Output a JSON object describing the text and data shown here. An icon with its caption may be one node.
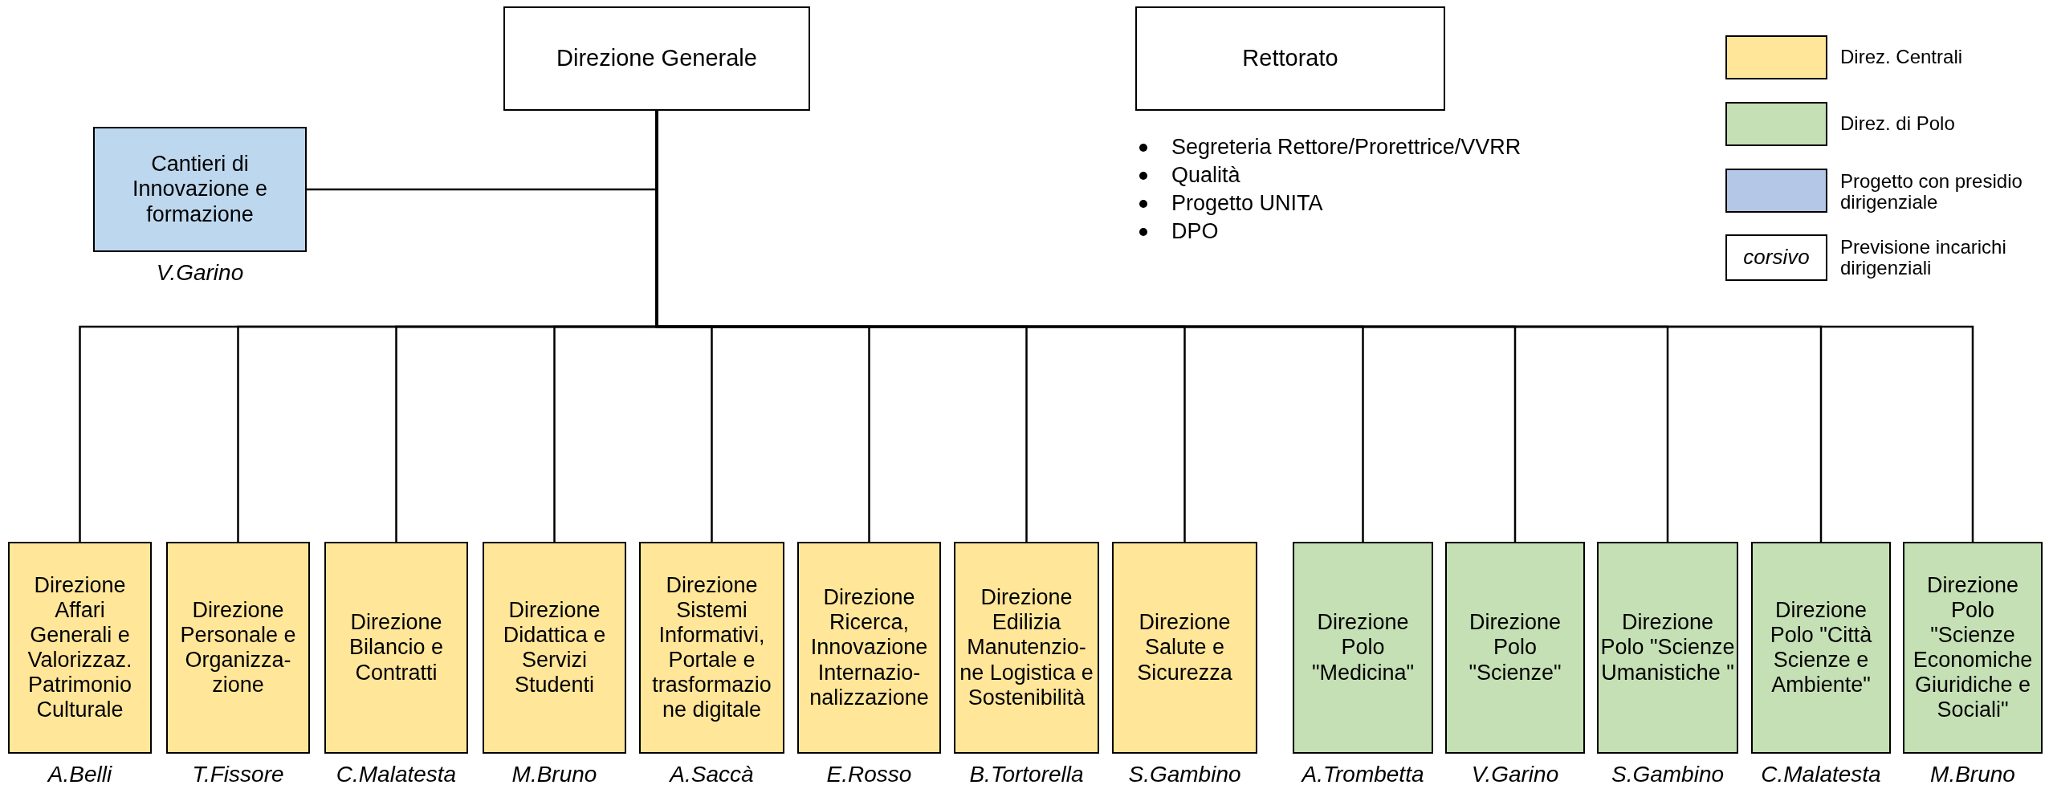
{
  "diagram": {
    "nodes": [
      {
        "text": [
          "Direzione Generale"
        ]
      },
      {
        "text": [
          "Rettorato"
        ]
      },
      {
        "text": [
          "Cantieri di Innovazione e formazione"
        ],
        "beside": [
          "V.Garino"
        ]
      },
      {
        "text": [
          "Direzione Affari Generali e Valorizzaz. Patrimonio Culturale"
        ],
        "beside": [
          "A.Belli"
        ]
      },
      {
        "text": [
          "Direzione Personale e Organizza- zione"
        ],
        "beside": [
          "T.Fissore"
        ]
      },
      {
        "text": [
          "Direzione Bilancio e Contratti"
        ],
        "beside": [
          "C.Malatesta"
        ]
      },
      {
        "text": [
          "Direzione Didattica e Servizi Studenti"
        ],
        "beside": [
          "M.Bruno"
        ]
      },
      {
        "text": [
          "Direzione Sistemi Informativi, Portale e trasformazio ne digitale"
        ],
        "beside": [
          "A.Saccà"
        ]
      },
      {
        "text": [
          "Direzione Ricerca, Innovazione Internazio- nalizzazione"
        ],
        "beside": [
          "E.Rosso"
        ]
      },
      {
        "text": [
          "Direzione Edilizia Manutenzio- ne Logistica e Sostenibilità"
        ],
        "beside": [
          "B.Tortorella"
        ]
      },
      {
        "text": [
          "Direzione Salute e Sicurezza"
        ],
        "beside": [
          "S.Gambino"
        ]
      },
      {
        "text": [
          "Direzione Polo \"Medicina\""
        ],
        "beside": [
          "A.Trombetta"
        ]
      },
      {
        "text": [
          "Direzione Polo \"Scienze\""
        ],
        "beside": [
          "V.Garino"
        ]
      },
      {
        "text": [
          "Direzione Polo \"Scienze Umanistiche \""
        ],
        "beside": [
          "S.Gambino"
        ]
      },
      {
        "text": [
          "Direzione Polo \"Città Scienze e Ambiente\""
        ],
        "beside": [
          "C.Malatesta"
        ]
      },
      {
        "text": [
          "Direzione Polo \"Scienze Economiche Giuridiche e Sociali\""
        ],
        "beside": [
          "M.Bruno"
        ]
      }
    ],
    "edges": [
      {
        "from": 0,
        "to": 2,
        "arrow": "none"
      },
      {
        "from": 0,
        "to": 3,
        "arrow": "none"
      },
      {
        "from": 0,
        "to": 4,
        "arrow": "none"
      },
      {
        "from": 0,
        "to": 5,
        "arrow": "none"
      },
      {
        "from": 0,
        "to": 6,
        "arrow": "none"
      },
      {
        "from": 0,
        "to": 7,
        "arrow": "none"
      },
      {
        "from": 0,
        "to": 8,
        "arrow": "none"
      },
      {
        "from": 0,
        "to": 9,
        "arrow": "none"
      },
      {
        "from": 0,
        "to": 10,
        "arrow": "none"
      },
      {
        "from": 0,
        "to": 11,
        "arrow": "none"
      },
      {
        "from": 0,
        "to": 12,
        "arrow": "none"
      },
      {
        "from": 0,
        "to": 13,
        "arrow": "none"
      },
      {
        "from": 0,
        "to": 14,
        "arrow": "none"
      },
      {
        "from": 0,
        "to": 15,
        "arrow": "none"
      }
    ],
    "labels": [
      "Segreteria Rettore/Prorettrice/VVRR",
      "Qualità",
      "Progetto UNITA",
      "DPO",
      "corsivo"
    ],
    "legend": [
      {
        "text": "Direz. Centrali",
        "color": "#ffe699"
      },
      {
        "text": "Direz. di Polo",
        "color": "#c5e0b4"
      },
      {
        "text": "Progetto con presidio dirigenziale",
        "color": "#b4c7e7"
      },
      {
        "text": "Previsione incarichi dirigenziali"
      }
    ]
  }
}
